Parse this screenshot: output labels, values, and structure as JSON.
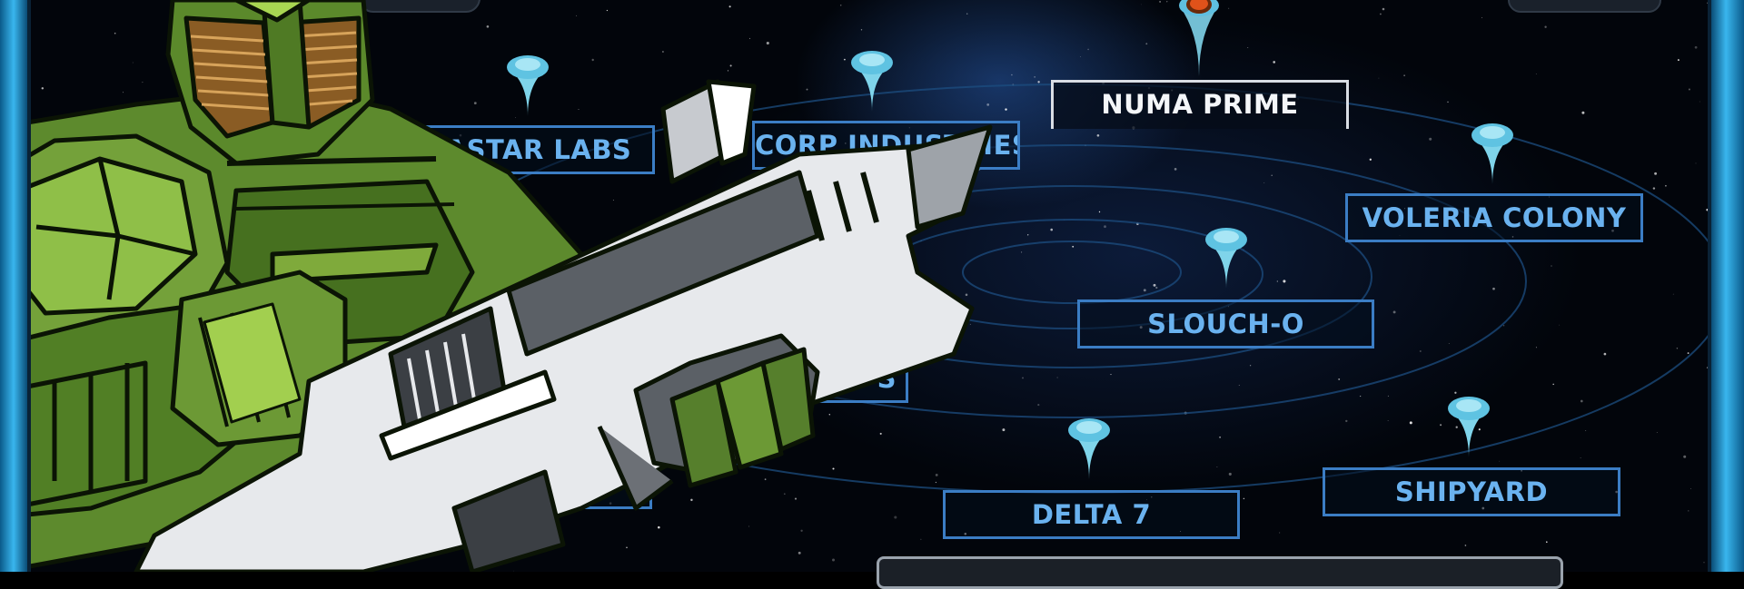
{
  "planets": [
    {
      "id": "numa-prime",
      "label": "NUMA PRIME",
      "active": true
    },
    {
      "id": "astar-labs",
      "label": "ASTAR LABS",
      "active": false
    },
    {
      "id": "corp-industries",
      "label": "CORP INDUSTRIES",
      "active": false
    },
    {
      "id": "voleria-colony",
      "label": "VOLERIA COLONY",
      "active": false
    },
    {
      "id": "slouch-o",
      "label": "SLOUCH-O",
      "active": false
    },
    {
      "id": "partial-s",
      "label": "S",
      "active": false
    },
    {
      "id": "delta-7",
      "label": "DELTA 7",
      "active": false
    },
    {
      "id": "shipyard",
      "label": "SHIPYARD",
      "active": false
    }
  ],
  "colors": {
    "pin": "#7fd4ea",
    "active_pin": "#e0521a",
    "label_border": "#3b7dc4",
    "label_text": "#6ab2ef",
    "frame": "#39b6ee",
    "soldier_armor": "#6f9a36",
    "gun_body": "#e7e9ec"
  },
  "icons": {
    "planet_pin": "planet-pin-icon",
    "active_planet": "active-planet-icon",
    "character": "soldier-character",
    "weapon": "blaster-rifle"
  }
}
